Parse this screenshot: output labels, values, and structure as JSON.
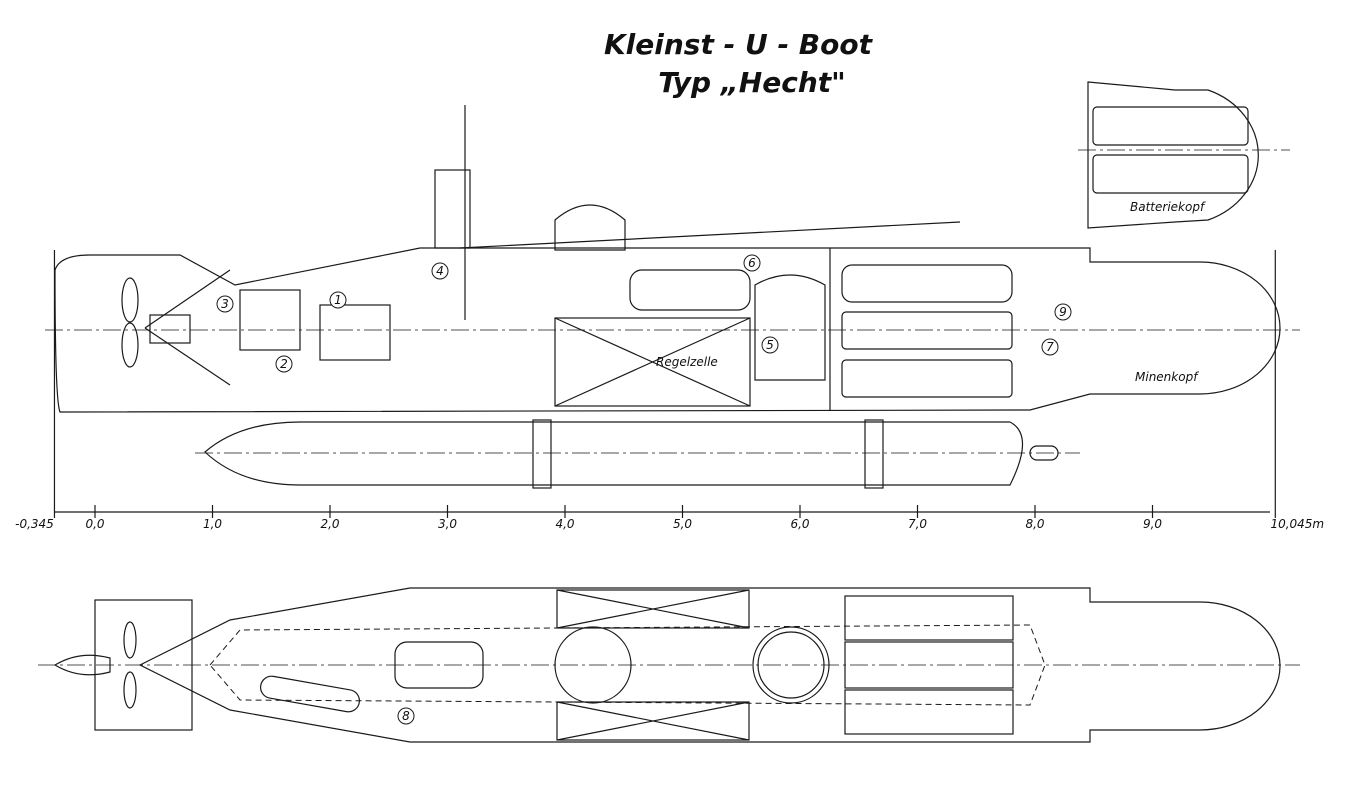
{
  "title": {
    "line1": "Kleinst - U - Boot",
    "line2": "Typ „Hecht\""
  },
  "labels": {
    "battery_head": "Batteriekopf",
    "mine_head": "Minenkopf",
    "trim_cell": "Regelzelle"
  },
  "callouts": [
    "1",
    "2",
    "3",
    "4",
    "5",
    "6",
    "7",
    "8",
    "9"
  ],
  "scale": {
    "unit": "m",
    "ticks": [
      {
        "value": -0.345,
        "label": "-0,345"
      },
      {
        "value": 0,
        "label": "0,0"
      },
      {
        "value": 1,
        "label": "1,0"
      },
      {
        "value": 2,
        "label": "2,0"
      },
      {
        "value": 3,
        "label": "3,0"
      },
      {
        "value": 4,
        "label": "4,0"
      },
      {
        "value": 5,
        "label": "5,0"
      },
      {
        "value": 6,
        "label": "6,0"
      },
      {
        "value": 7,
        "label": "7,0"
      },
      {
        "value": 8,
        "label": "8,0"
      },
      {
        "value": 9,
        "label": "9,0"
      },
      {
        "value": 10.045,
        "label": "10,045m"
      }
    ]
  }
}
